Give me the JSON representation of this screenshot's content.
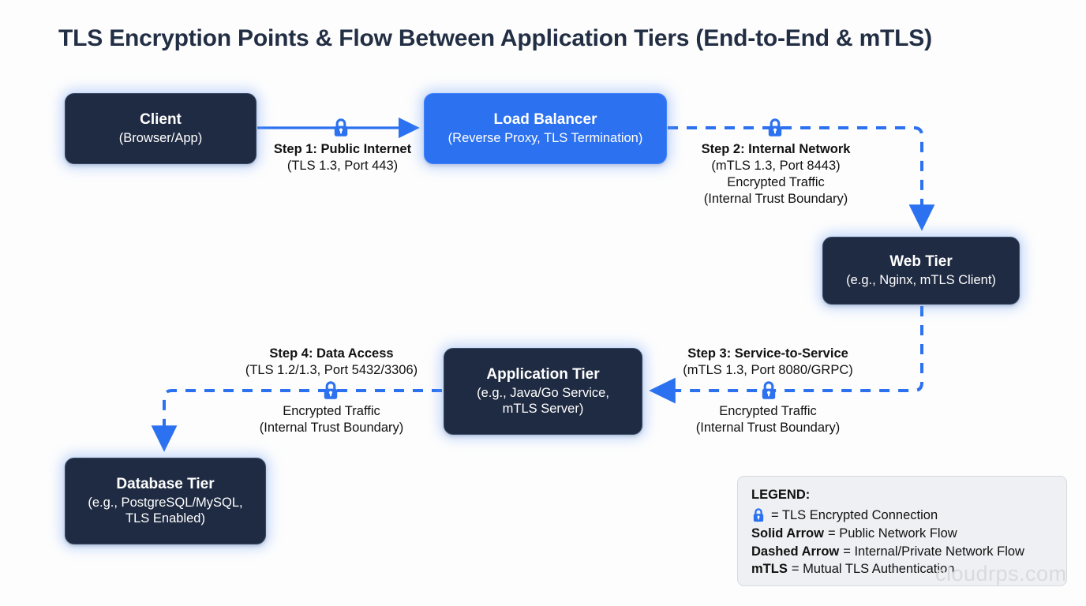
{
  "title": "TLS Encryption Points & Flow Between Application Tiers (End-to-End & mTLS)",
  "colors": {
    "accent_blue": "#2b71f0",
    "node_dark": "#1f2b42",
    "wire_blue": "#2b71f0",
    "legend_bg": "#eef0f3",
    "title_text": "#222e44"
  },
  "nodes": {
    "client": {
      "title": "Client",
      "sub": "(Browser/App)"
    },
    "lb": {
      "title": "Load Balancer",
      "sub": "(Reverse Proxy, TLS Termination)"
    },
    "web": {
      "title": "Web Tier",
      "sub": "(e.g., Nginx, mTLS Client)"
    },
    "app": {
      "title": "Application Tier",
      "sub": "(e.g., Java/Go Service,\nmTLS Server)"
    },
    "db": {
      "title": "Database Tier",
      "sub": "(e.g., PostgreSQL/MySQL,\nTLS Enabled)"
    }
  },
  "steps": {
    "step1": {
      "title": "Step 1: Public Internet",
      "detail": "(TLS 1.3, Port 443)",
      "arrow": "solid"
    },
    "step2": {
      "title": "Step 2: Internal Network",
      "detail": "(mTLS 1.3, Port 8443)",
      "note1": "Encrypted Traffic",
      "note2": "(Internal Trust Boundary)",
      "arrow": "dashed"
    },
    "step3": {
      "title": "Step 3: Service-to-Service",
      "detail": "(mTLS 1.3, Port 8080/GRPC)",
      "note1": "Encrypted Traffic",
      "note2": "(Internal Trust Boundary)",
      "arrow": "dashed"
    },
    "step4": {
      "title": "Step 4: Data Access",
      "detail": "(TLS 1.2/1.3, Port 5432/3306)",
      "note1": "Encrypted Traffic",
      "note2": "(Internal Trust Boundary)",
      "arrow": "dashed"
    }
  },
  "legend": {
    "title": "LEGEND:",
    "rows": [
      {
        "icon": "lock-icon",
        "key": "",
        "value": "= TLS Encrypted Connection"
      },
      {
        "icon": "",
        "key": "Solid Arrow",
        "value": "= Public Network Flow"
      },
      {
        "icon": "",
        "key": "Dashed Arrow",
        "value": "= Internal/Private Network Flow"
      },
      {
        "icon": "",
        "key": "mTLS",
        "value": "= Mutual TLS Authentication"
      }
    ]
  },
  "watermark": "cloudrps.com"
}
